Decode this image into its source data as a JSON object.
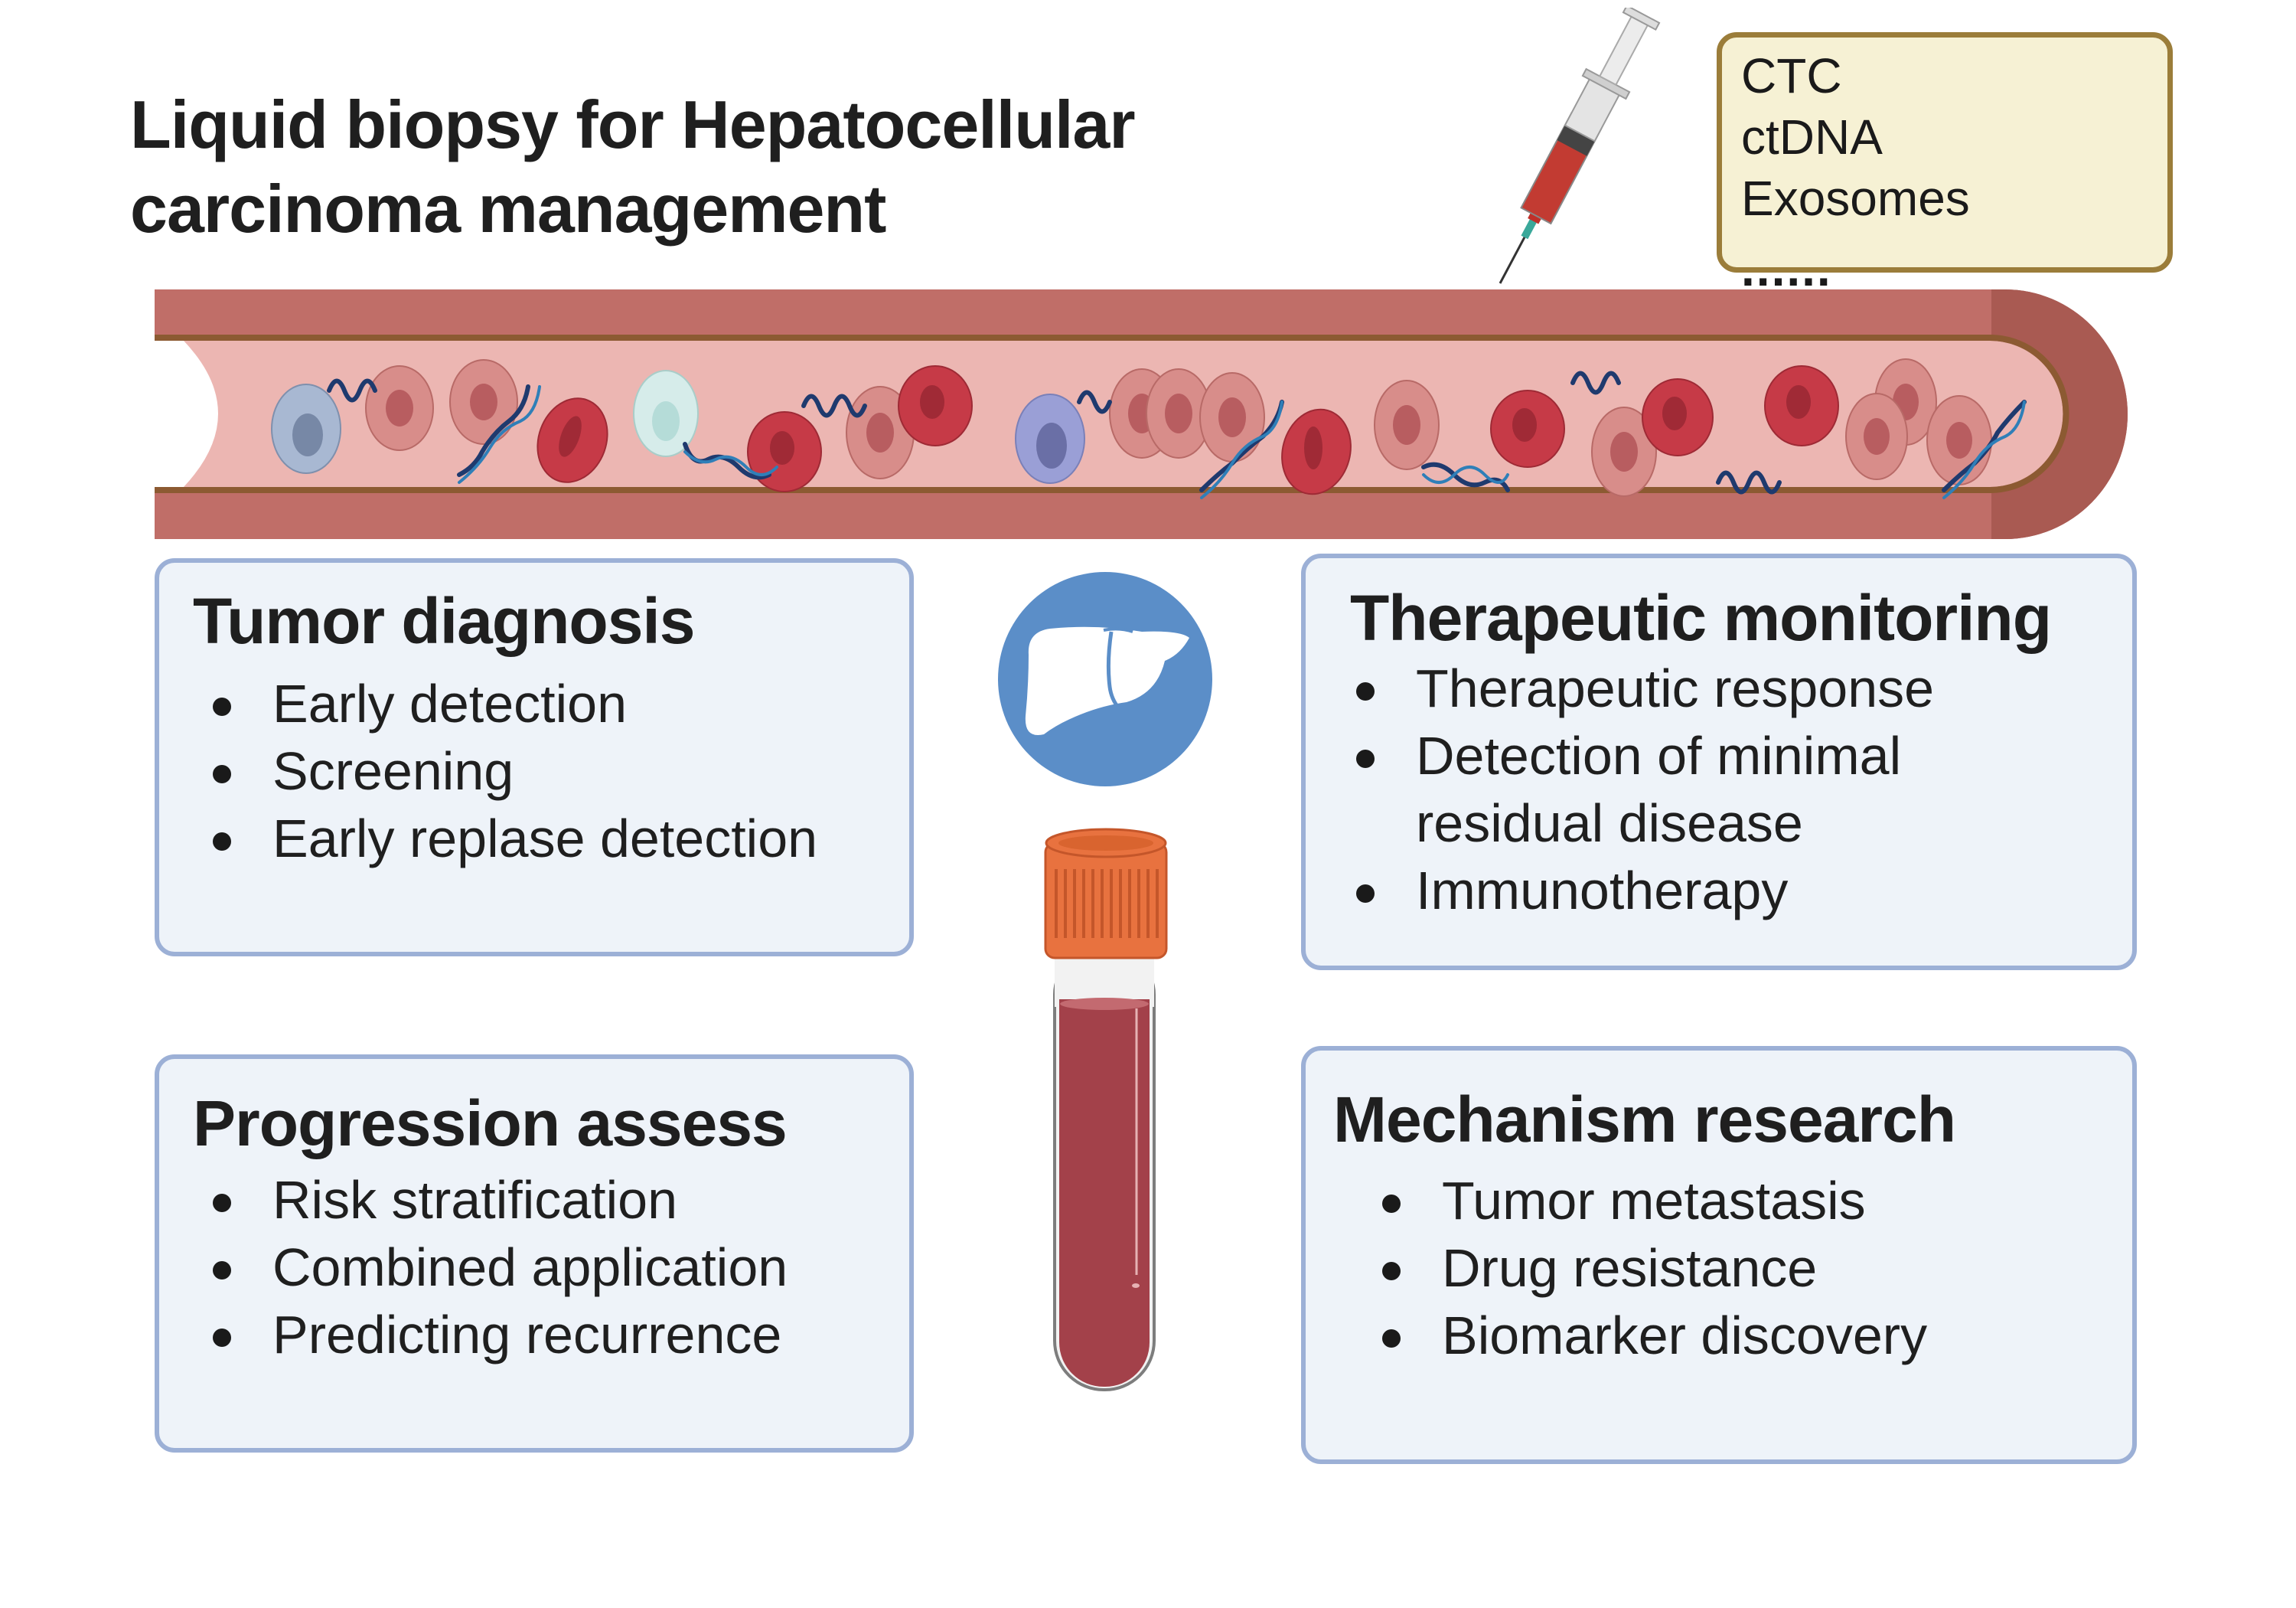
{
  "title": {
    "line1": "Liquid biopsy for Hepatocellular",
    "line2": "carcinoma management"
  },
  "markers_box": {
    "items": [
      "CTC",
      "ctDNA",
      "Exosomes",
      "......"
    ]
  },
  "cards": {
    "tumor_diagnosis": {
      "heading": "Tumor diagnosis",
      "items": [
        "Early detection",
        "Screening",
        "Early replase detection"
      ]
    },
    "therapeutic_monitoring": {
      "heading": "Therapeutic monitoring",
      "items": [
        "Therapeutic response",
        "Detection of minimal",
        "residual disease",
        "Immunotherapy"
      ]
    },
    "progression_assess": {
      "heading": "Progression assess",
      "items": [
        "Risk stratification",
        "Combined application",
        "Predicting recurrence"
      ]
    },
    "mechanism_research": {
      "heading": "Mechanism research",
      "items": [
        "Tumor metastasis",
        "Drug resistance",
        "Biomarker discovery"
      ]
    }
  },
  "colors": {
    "vessel_wall": "#c06e68",
    "vessel_cap": "#a95a52",
    "vessel_lumen": "#ecb6b2",
    "vessel_lining": "#8c5a32",
    "rbc": "#c63a47",
    "tumor_cell": "#d88d8a",
    "dna": "#1f3a6e",
    "liver_circle": "#5b8ec8",
    "tube_cap": "#e8723f",
    "blood": "#a3414a",
    "card_border": "#9cb0d6",
    "card_bg": "#eef3f9",
    "markers_border": "#9b7d3a",
    "markers_bg": "#f6f1d4"
  }
}
